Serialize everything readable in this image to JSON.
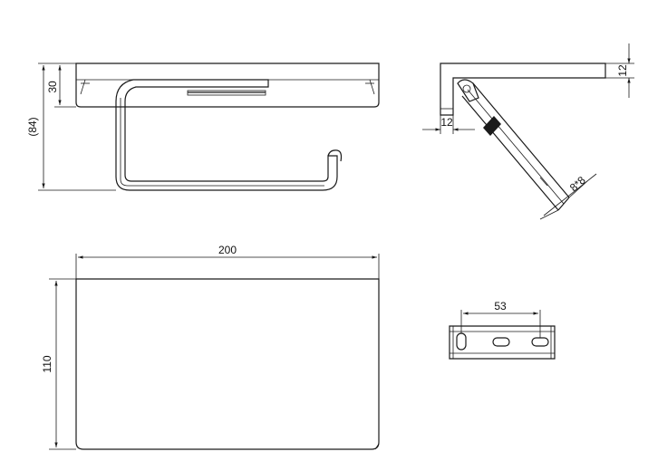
{
  "dimensions": {
    "front_height_small": "30",
    "front_height_total": "(84)",
    "side_thickness_top": "12",
    "side_thickness_bottom": "12",
    "side_arm_section": "8*8",
    "top_width": "200",
    "top_depth": "110",
    "bracket_spacing": "53"
  },
  "colors": {
    "line": "#1a1a1a",
    "background": "#ffffff"
  }
}
